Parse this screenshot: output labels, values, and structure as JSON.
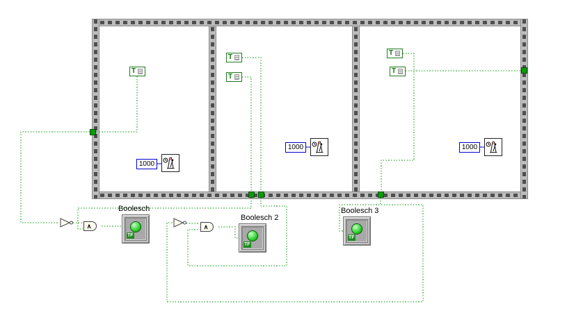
{
  "diagram": {
    "structure": "flat-sequence",
    "frames": [
      {
        "bool_constants": [
          "T"
        ],
        "wait_ms": "1000"
      },
      {
        "bool_constants": [
          "T",
          "T"
        ],
        "wait_ms": "1000"
      },
      {
        "bool_constants": [
          "T",
          "T"
        ],
        "wait_ms": "1000"
      }
    ],
    "indicators": [
      {
        "label": "Boolesch",
        "terminal_text": "TF"
      },
      {
        "label": "Boolesch 2",
        "terminal_text": "TF"
      },
      {
        "label": "Boolesch 3",
        "terminal_text": "TF"
      }
    ],
    "gates": {
      "and_symbol": "∧"
    },
    "colors": {
      "boolean_wire": "#0a9a0a",
      "numeric_wire": "#0000cc",
      "tunnel_green": "#0b9b0b",
      "structure_border": "#bdbdbd",
      "led_green": "#2ed02e"
    }
  }
}
